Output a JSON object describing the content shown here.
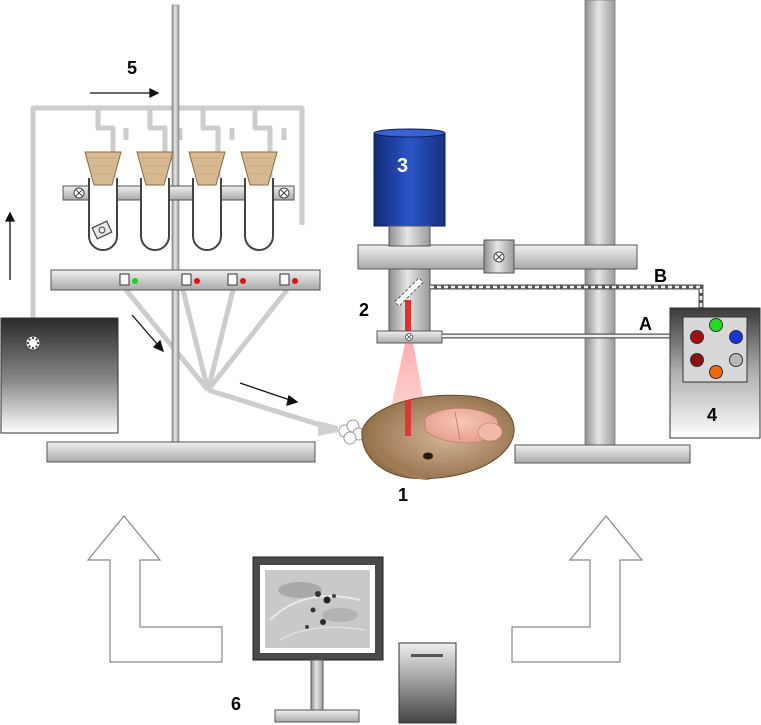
{
  "labels": {
    "animal": "1",
    "optics": "2",
    "camera": "3",
    "light_source": "4",
    "perfusion": "5",
    "computer": "6",
    "path_a": "A",
    "path_b": "B"
  },
  "colors": {
    "camera_blue": "#1e3f9a",
    "laser_red": "#e03030",
    "rod_gray": "#b8b8b8",
    "tube_gray": "#c8c8c8",
    "tip_tan": "#d7b891",
    "led_green": "#22cc22",
    "led_red": "#dd1111"
  },
  "light_source_leds": [
    "#a60d0d",
    "#22dd22",
    "#1535d8",
    "#8b1010",
    "#b8b8b8",
    "#ee6a10"
  ]
}
